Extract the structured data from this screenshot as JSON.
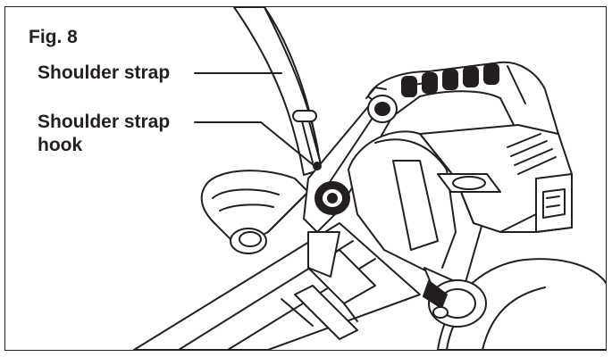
{
  "figure": {
    "number_label": "Fig. 8",
    "callouts": {
      "shoulder_strap": "Shoulder strap",
      "shoulder_strap_hook_line1": "Shoulder strap",
      "shoulder_strap_hook_line2": "hook"
    }
  },
  "colors": {
    "ink": "#231f20",
    "fill_light": "#ffffff",
    "fill_dark": "#231f20"
  }
}
